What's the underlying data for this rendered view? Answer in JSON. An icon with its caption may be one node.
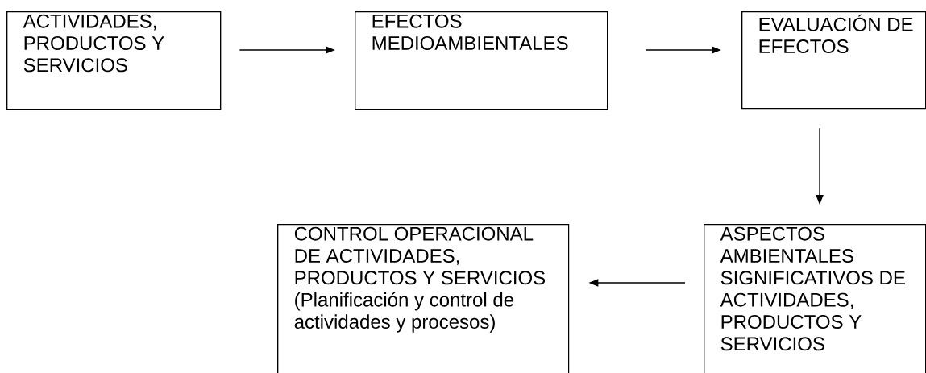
{
  "diagram": {
    "nodes": [
      {
        "text": [
          "ACTIVIDADES, PRODUCTOS Y SERVICIOS"
        ]
      },
      {
        "text": [
          "EFECTOS MEDIOAMBIENTALES"
        ]
      },
      {
        "text": [
          "EVALUACIÓN DE EFECTOS"
        ]
      },
      {
        "text": [
          "CONTROL OPERACIONAL DE ACTIVIDADES, PRODUCTOS Y SERVICIOS",
          "(Planificación y control de actividades y procesos)"
        ]
      },
      {
        "text": [
          "ASPECTOS AMBIENTALES SIGNIFICATIVOS DE ACTIVIDADES, PRODUCTOS Y SERVICIOS"
        ]
      }
    ],
    "edges": [
      {
        "from": 0,
        "to": 1,
        "arrow": "to"
      },
      {
        "from": 1,
        "to": 2,
        "arrow": "to"
      },
      {
        "from": 2,
        "to": 4,
        "arrow": "to"
      },
      {
        "from": 4,
        "to": 3,
        "arrow": "to"
      }
    ]
  }
}
